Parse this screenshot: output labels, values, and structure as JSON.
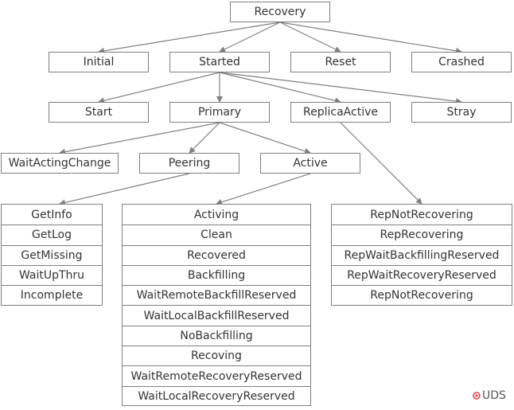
{
  "root": "Recovery",
  "level1": [
    "Initial",
    "Started",
    "Reset",
    "Crashed"
  ],
  "level2": [
    "Start",
    "Primary",
    "ReplicaActive",
    "Stray"
  ],
  "level3": [
    "WaitActingChange",
    "Peering",
    "Active"
  ],
  "peering_states": [
    "GetInfo",
    "GetLog",
    "GetMissing",
    "WaitUpThru",
    "Incomplete"
  ],
  "active_states": [
    "Activing",
    "Clean",
    "Recovered",
    "Backfilling",
    "WaitRemoteBackfillReserved",
    "WaitLocalBackfillReserved",
    "NoBackfilling",
    "Recoving",
    "WaitRemoteRecoveryReserved",
    "WaitLocalRecoveryReserved"
  ],
  "replica_states": [
    "RepNotRecovering",
    "RepRecovering",
    "RepWaitBackfillingReserved",
    "RepWaitRecoveryReserved",
    "RepNotRecovering"
  ],
  "brand": "UDS",
  "colors": {
    "border": "#7f7f7f",
    "arrow": "#808080",
    "brand_mark": "#e0464b"
  }
}
